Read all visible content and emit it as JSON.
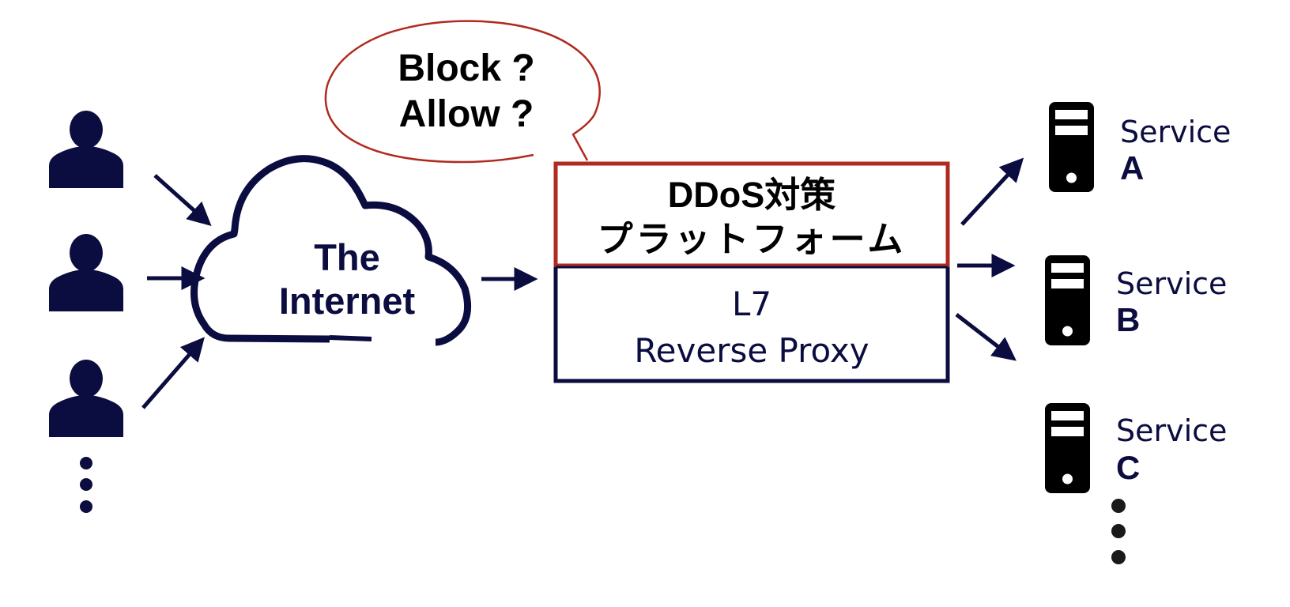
{
  "colors": {
    "navy": "#0b0c3f",
    "red": "#b12a1f",
    "black": "#000000",
    "dots_right": "#1a1a1a"
  },
  "speech_bubble": {
    "line1": "Block ?",
    "line2": "Allow ?"
  },
  "cloud": {
    "line1": "The",
    "line2": "Internet"
  },
  "platform": {
    "ddos_line1": "DDoS対策",
    "ddos_line2": "プラットフォーム",
    "proxy_line1": "L7",
    "proxy_line2": "Reverse Proxy"
  },
  "users": [
    {
      "icon": "user-icon"
    },
    {
      "icon": "user-icon"
    },
    {
      "icon": "user-icon"
    }
  ],
  "services": [
    {
      "label": "Service",
      "letter": "A",
      "icon": "server-icon"
    },
    {
      "label": "Service",
      "letter": "B",
      "icon": "server-icon"
    },
    {
      "label": "Service",
      "letter": "C",
      "icon": "server-icon"
    }
  ]
}
